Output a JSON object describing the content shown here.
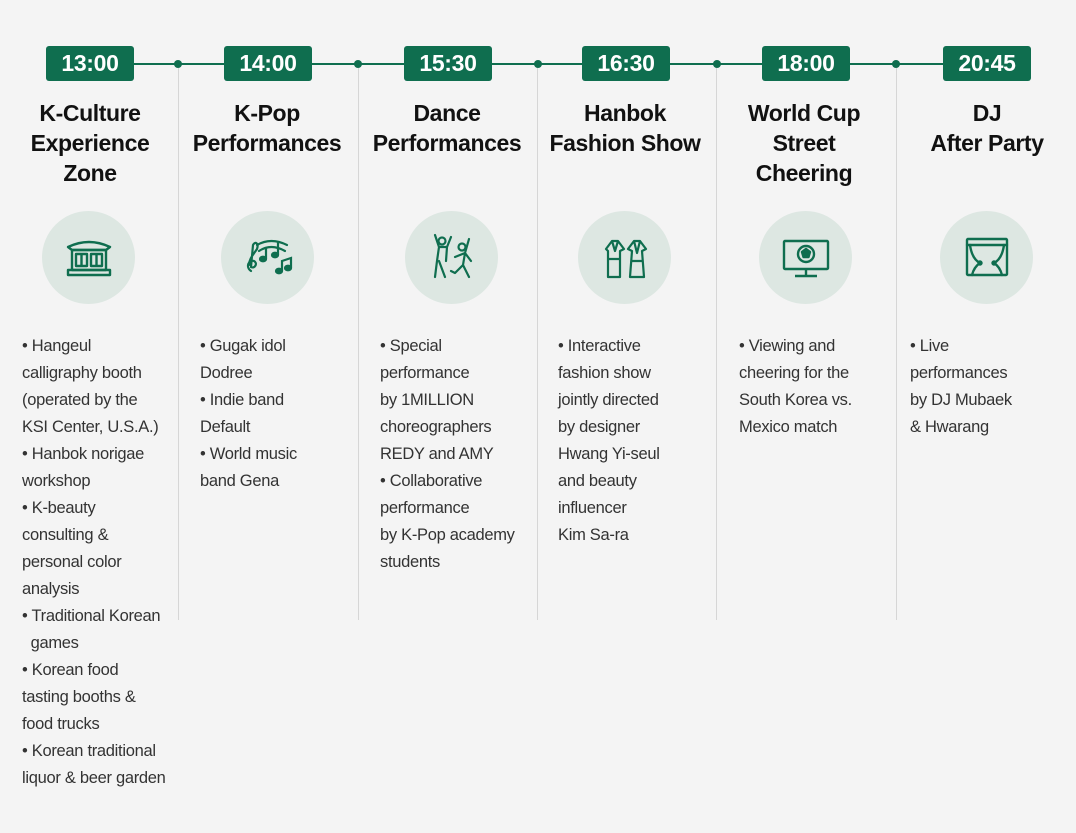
{
  "colors": {
    "accent": "#0f6e4f",
    "icon_bg": "#dde7e2",
    "background": "#f4f4f4"
  },
  "events": [
    {
      "time": "13:00",
      "title_lines": [
        "K-Culture",
        "Experience",
        "Zone"
      ],
      "icon": "hanok-house-icon",
      "items": [
        "• Hangeul",
        "calligraphy booth",
        "(operated by the",
        "KSI Center, U.S.A.)",
        " • Hanbok norigae",
        "workshop",
        "• K-beauty",
        "consulting &",
        "personal color",
        "analysis",
        "• Traditional Korean",
        "  games",
        "• Korean food",
        "tasting booths &",
        "food trucks",
        "• Korean traditional",
        "liquor & beer garden"
      ]
    },
    {
      "time": "14:00",
      "title_lines": [
        "K-Pop",
        "Performances"
      ],
      "icon": "music-notes-icon",
      "items": [
        "• Gugak idol",
        "Dodree",
        "• Indie band",
        "Default",
        "• World music",
        "band Gena"
      ]
    },
    {
      "time": "15:30",
      "title_lines": [
        "Dance",
        "Performances"
      ],
      "icon": "dancers-icon",
      "items": [
        "• Special",
        "performance",
        "by 1MILLION",
        "choreographers",
        "REDY and AMY",
        "• Collaborative",
        "performance",
        "by K-Pop academy",
        "students"
      ]
    },
    {
      "time": "16:30",
      "title_lines": [
        "Hanbok",
        "Fashion Show"
      ],
      "icon": "hanbok-icon",
      "items": [
        "• Interactive",
        "fashion show",
        "jointly directed",
        "by designer",
        "Hwang Yi-seul",
        "and beauty",
        "influencer",
        "Kim Sa-ra"
      ]
    },
    {
      "time": "18:00",
      "title_lines": [
        "World Cup",
        "Street",
        "Cheering"
      ],
      "icon": "soccer-screen-icon",
      "items": [
        "• Viewing and",
        "cheering for the",
        "South Korea vs.",
        "Mexico match"
      ]
    },
    {
      "time": "20:45",
      "title_lines": [
        "DJ",
        "After Party"
      ],
      "icon": "stage-curtain-icon",
      "items": [
        "• Live",
        "performances",
        "by DJ Mubaek",
        "& Hwarang"
      ]
    }
  ]
}
